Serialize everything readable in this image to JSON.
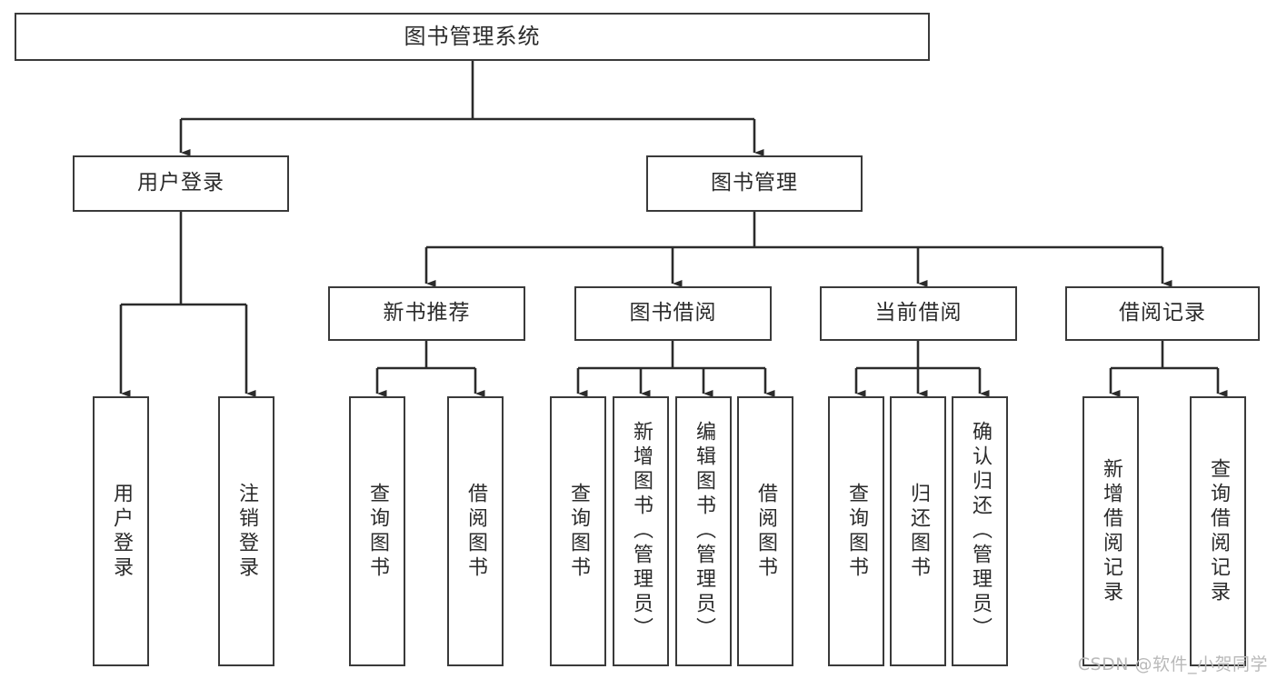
{
  "diagram": {
    "title": "图书管理系统",
    "type": "tree-hierarchy-chart",
    "orientation": "top-down",
    "box_fill": "#ffffff",
    "box_stroke": "#3a3a3a",
    "text_color": "#2b2b2b",
    "connector_color": "#2b2b2b"
  },
  "nodes": {
    "root": {
      "label": "图书管理系统",
      "level": 1
    },
    "level2": [
      {
        "id": "user-login",
        "label": "用户登录"
      },
      {
        "id": "book-manage",
        "label": "图书管理"
      }
    ],
    "level3": [
      {
        "id": "new-book-recommend",
        "label": "新书推荐"
      },
      {
        "id": "book-borrow",
        "label": "图书借阅"
      },
      {
        "id": "current-borrow",
        "label": "当前借阅"
      },
      {
        "id": "borrow-record",
        "label": "借阅记录"
      }
    ],
    "leaves": {
      "user-login": [
        {
          "id": "leaf-user-login",
          "label": "用户登录"
        },
        {
          "id": "leaf-user-logout",
          "label": "注销登录"
        }
      ],
      "new-book-recommend": [
        {
          "id": "leaf-query-book-1",
          "label": "查询图书"
        },
        {
          "id": "leaf-borrow-book-1",
          "label": "借阅图书"
        }
      ],
      "book-borrow": [
        {
          "id": "leaf-query-book-2",
          "label": "查询图书"
        },
        {
          "id": "leaf-add-book",
          "label": "新增图书（管理员）"
        },
        {
          "id": "leaf-edit-book",
          "label": "编辑图书（管理员）"
        },
        {
          "id": "leaf-borrow-book-2",
          "label": "借阅图书"
        }
      ],
      "current-borrow": [
        {
          "id": "leaf-query-book-3",
          "label": "查询图书"
        },
        {
          "id": "leaf-return-book",
          "label": "归还图书"
        },
        {
          "id": "leaf-confirm-return",
          "label": "确认归还（管理员）"
        }
      ],
      "borrow-record": [
        {
          "id": "leaf-add-record",
          "label": "新增借阅记录"
        },
        {
          "id": "leaf-query-record",
          "label": "查询借阅记录"
        }
      ]
    }
  },
  "watermark": {
    "text": "CSDN @软件_小贺同学"
  }
}
